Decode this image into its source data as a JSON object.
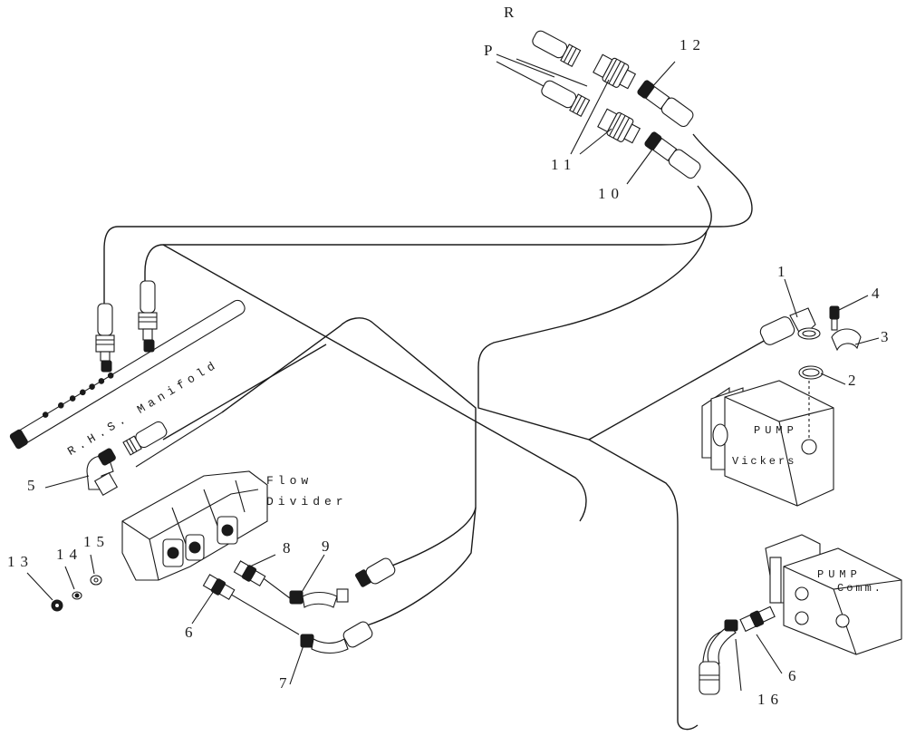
{
  "labels": {
    "port_r": "R",
    "port_p": "P",
    "callout_1": "1",
    "callout_2": "2",
    "callout_3": "3",
    "callout_4": "4",
    "callout_5": "5",
    "callout_6a": "6",
    "callout_6b": "6",
    "callout_7": "7",
    "callout_8": "8",
    "callout_9": "9",
    "callout_10": "10",
    "callout_11": "11",
    "callout_12": "12",
    "callout_13": "13",
    "callout_14": "14",
    "callout_15": "15",
    "callout_16": "16"
  },
  "components": {
    "manifold": "R.H.S. Manifold",
    "flow_divider_line1": "Flow",
    "flow_divider_line2": "Divider",
    "pump_vickers_line1": "PUMP",
    "pump_vickers_line2": "Vickers",
    "pump_comm_line1": "PUMP",
    "pump_comm_line2": "Comm."
  }
}
